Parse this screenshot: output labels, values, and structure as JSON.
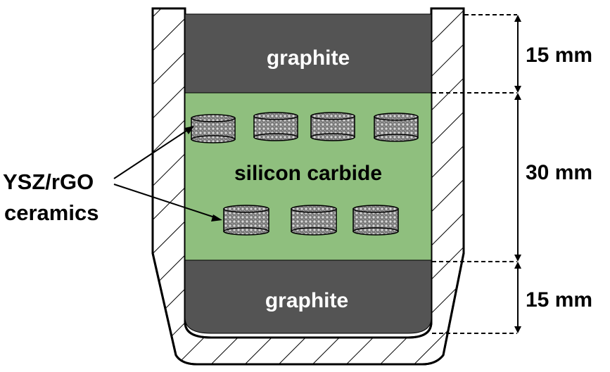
{
  "layers": {
    "top": "graphite",
    "middle": "silicon carbide",
    "bottom": "graphite"
  },
  "pointer_label": {
    "line1": "YSZ/rGO",
    "line2": "ceramics"
  },
  "dimensions": {
    "top": "15 mm",
    "middle": "30 mm",
    "bottom": "15 mm"
  },
  "colors": {
    "graphite": "#545454",
    "silicon_carbide": "#8fbf7e",
    "crucible": "#ffffff",
    "outline": "#000000"
  },
  "sample_counts": {
    "top_row": 4,
    "bottom_row": 3
  }
}
